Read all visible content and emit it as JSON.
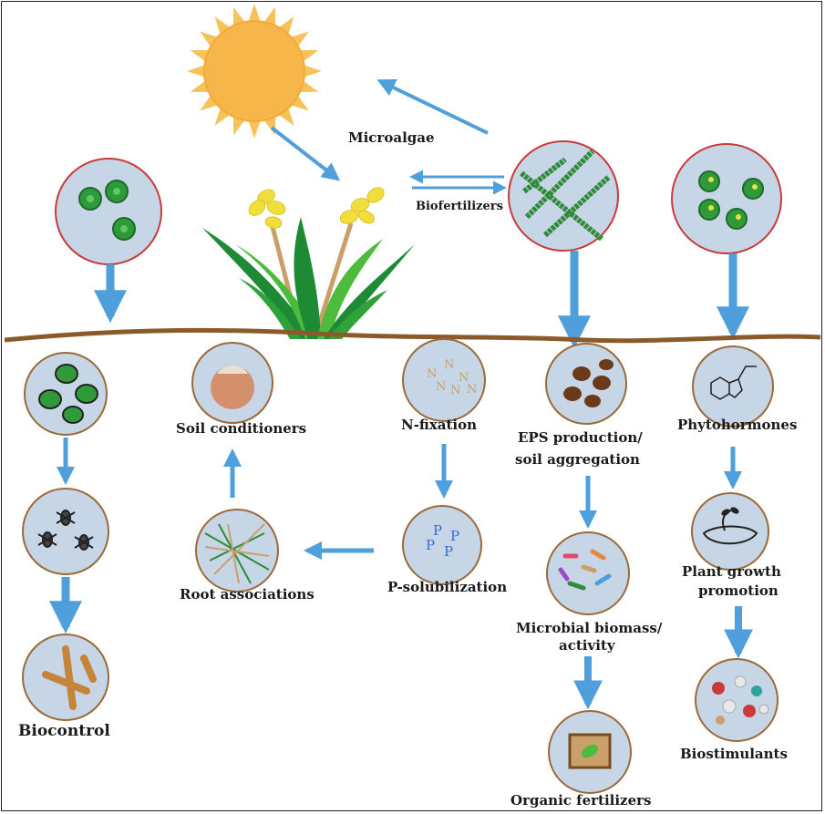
{
  "labels": {
    "microalgae": "Microalgae",
    "biofertilizers": "Biofertilizers",
    "biocontrol": "Biocontrol",
    "soil_conditioners": "Soil conditioners",
    "root_associations": "Root associations",
    "n_fixation": "N-fixation",
    "p_solubilization": "P-solubilization",
    "eps_line1": "EPS production/",
    "eps_line2": "soil aggregation",
    "microbial_line1": "Microbial biomass/",
    "microbial_line2": "activity",
    "organic_fertilizers": "Organic fertilizers",
    "phytohormones": "Phytohormones",
    "pgp_line1": "Plant growth",
    "pgp_line2": "promotion",
    "biostimulants": "Biostimulants"
  },
  "glyphs": {
    "n_symbol": "N",
    "p_symbol": "P"
  },
  "colors": {
    "arrow": "#4e9fdc",
    "sun": "#f6b64a",
    "sun_ray": "#f6c35a",
    "soil_line": "#8a5a2b",
    "circle_fill": "#c6d6e6",
    "circle_stroke": "#9a6a3a",
    "cell_green": "#2f9a3a",
    "grass_dark": "#1f8a35",
    "grass_light": "#4dbb3c",
    "grain_yellow": "#f2de3a"
  }
}
